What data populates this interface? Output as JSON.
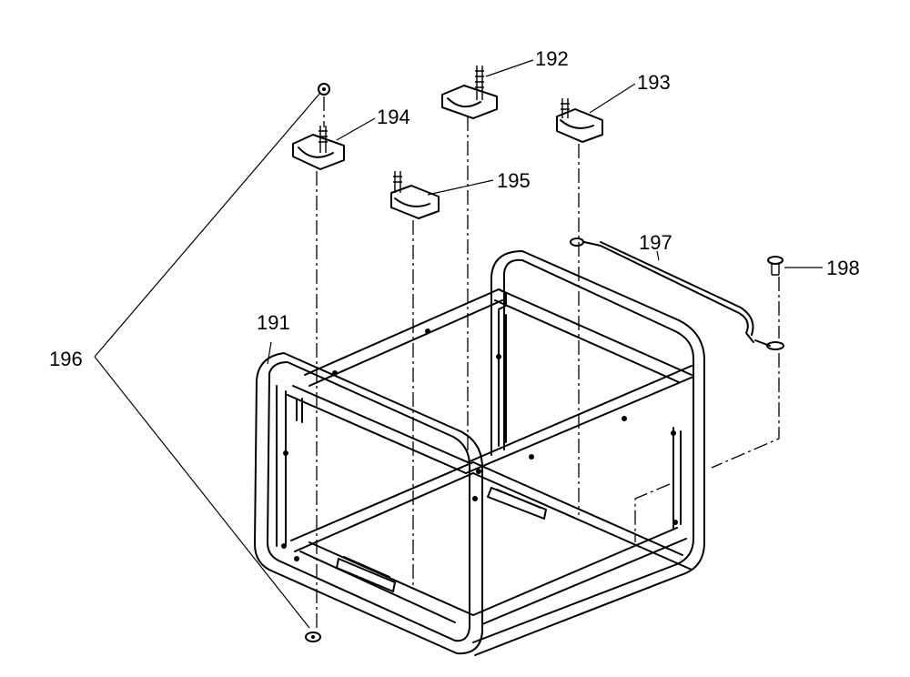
{
  "diagram": {
    "labels": {
      "p191": "191",
      "p192": "192",
      "p193": "193",
      "p194": "194",
      "p195": "195",
      "p196": "196",
      "p197": "197",
      "p198": "198"
    }
  }
}
